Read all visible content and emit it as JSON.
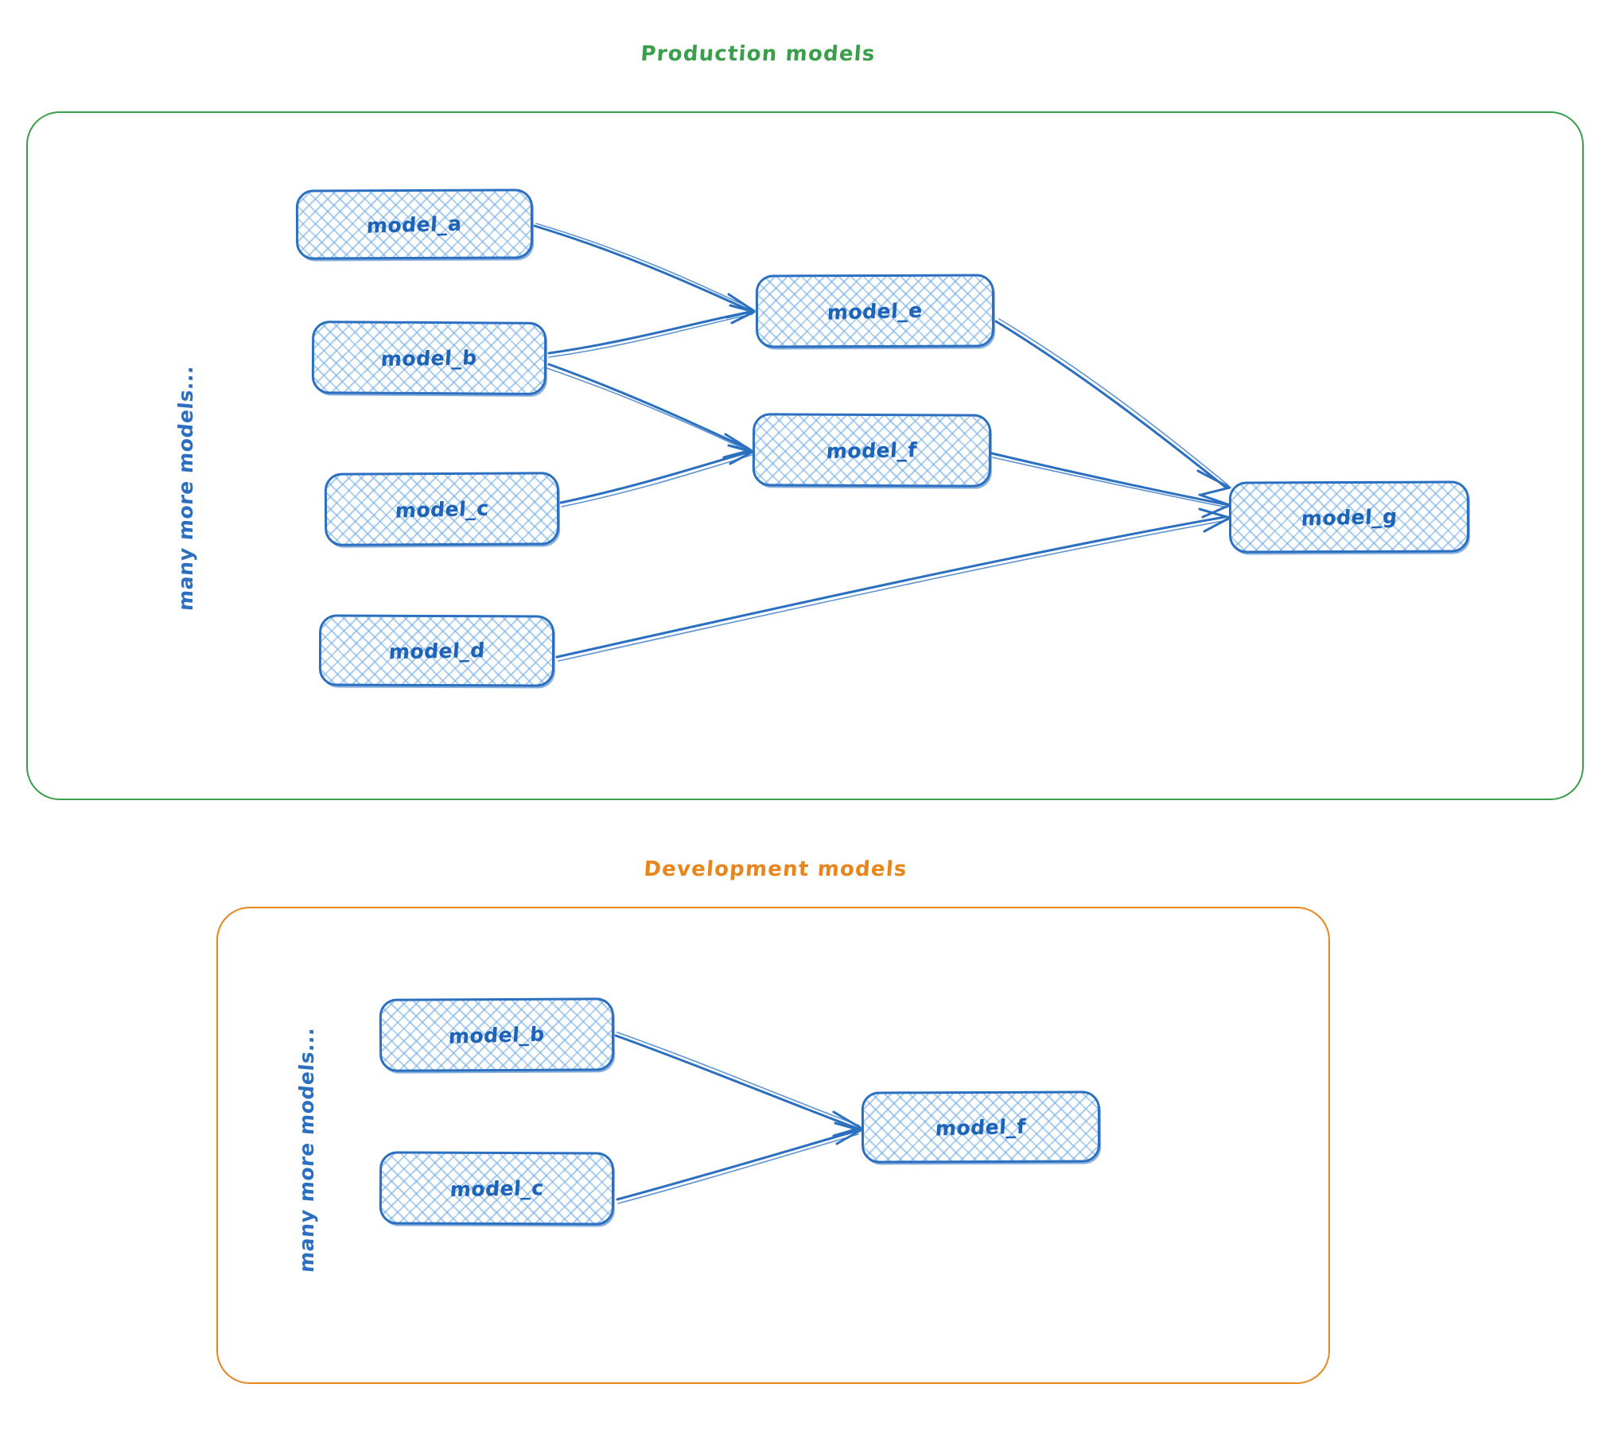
{
  "diagram": {
    "type": "flow-lineage",
    "background": "#ffffff",
    "node_border_color": "#2a6fc0",
    "node_fill_color": "#a8cdf0",
    "edge_color": "#2a6fc0"
  },
  "groups": [
    {
      "id": "production",
      "title": "Production models",
      "title_color": "#3a9e4a",
      "border_color": "#3a9e4a",
      "side_label": "many more models...",
      "side_label_color": "#2a6fc0",
      "nodes": [
        {
          "id": "prod_a",
          "label": "model_a"
        },
        {
          "id": "prod_b",
          "label": "model_b"
        },
        {
          "id": "prod_c",
          "label": "model_c"
        },
        {
          "id": "prod_d",
          "label": "model_d"
        },
        {
          "id": "prod_e",
          "label": "model_e"
        },
        {
          "id": "prod_f",
          "label": "model_f"
        },
        {
          "id": "prod_g",
          "label": "model_g"
        }
      ],
      "edges": [
        {
          "from": "model_a",
          "to": "model_e"
        },
        {
          "from": "model_b",
          "to": "model_e"
        },
        {
          "from": "model_b",
          "to": "model_f"
        },
        {
          "from": "model_c",
          "to": "model_f"
        },
        {
          "from": "model_e",
          "to": "model_g"
        },
        {
          "from": "model_f",
          "to": "model_g"
        },
        {
          "from": "model_d",
          "to": "model_g"
        }
      ]
    },
    {
      "id": "development",
      "title": "Development models",
      "title_color": "#e8861e",
      "border_color": "#e8861e",
      "side_label": "many more models...",
      "side_label_color": "#2a6fc0",
      "nodes": [
        {
          "id": "dev_b",
          "label": "model_b"
        },
        {
          "id": "dev_c",
          "label": "model_c"
        },
        {
          "id": "dev_f",
          "label": "model_f"
        }
      ],
      "edges": [
        {
          "from": "model_b",
          "to": "model_f"
        },
        {
          "from": "model_c",
          "to": "model_f"
        }
      ]
    }
  ]
}
